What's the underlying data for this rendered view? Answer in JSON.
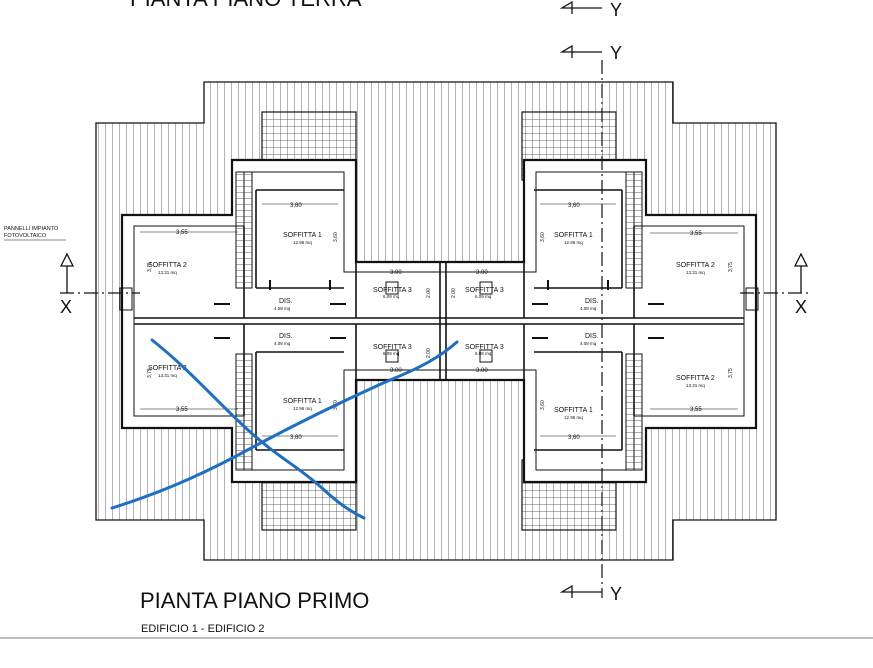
{
  "titles": {
    "top": "PIANTA PIANO TERRA",
    "main": "PIANTA PIANO PRIMO",
    "sub": "EDIFICIO 1 - EDIFICIO 2"
  },
  "note": {
    "line1": "PANNELLI IMPIANTO",
    "line2": "FOTOVOLTAICO"
  },
  "section_marks": {
    "y": "Y",
    "x": "X"
  },
  "rooms": {
    "soffitta1": {
      "name": "SOFFITTA 1",
      "area": "12.96 mq"
    },
    "soffitta2": {
      "name": "SOFFITTA 2",
      "area": "13.31 mq"
    },
    "soffitta3": {
      "name": "SOFFITTA 3",
      "area": "6.09 mq"
    },
    "dis": {
      "name": "DIS.",
      "area": "4.08 mq"
    }
  },
  "dims": {
    "d360": "3,60",
    "d355": "3,55",
    "d375": "3,75",
    "d300": "3.00",
    "d200": "2.00"
  },
  "colors": {
    "line": "#111111",
    "hatch": "#555555",
    "annotation": "#1d6fc4"
  }
}
